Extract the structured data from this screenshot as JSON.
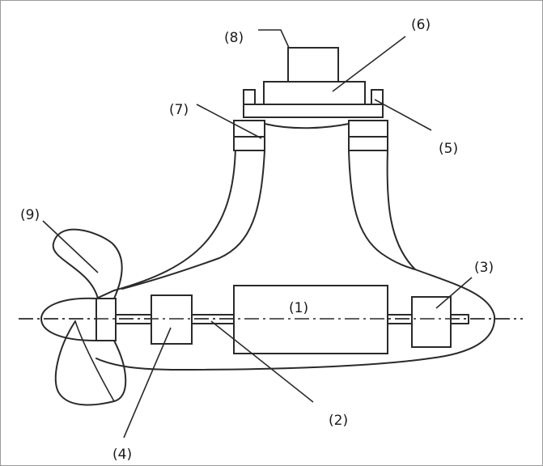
{
  "labels": {
    "motor": "(1)",
    "shaft": "(2)",
    "aft_bearing": "(3)",
    "fwd_bearing": "(4)",
    "slip_ring": "(5)",
    "slewing_unit": "(6)",
    "seal": "(7)",
    "steering_motor": "(8)",
    "propeller": "(9)"
  }
}
